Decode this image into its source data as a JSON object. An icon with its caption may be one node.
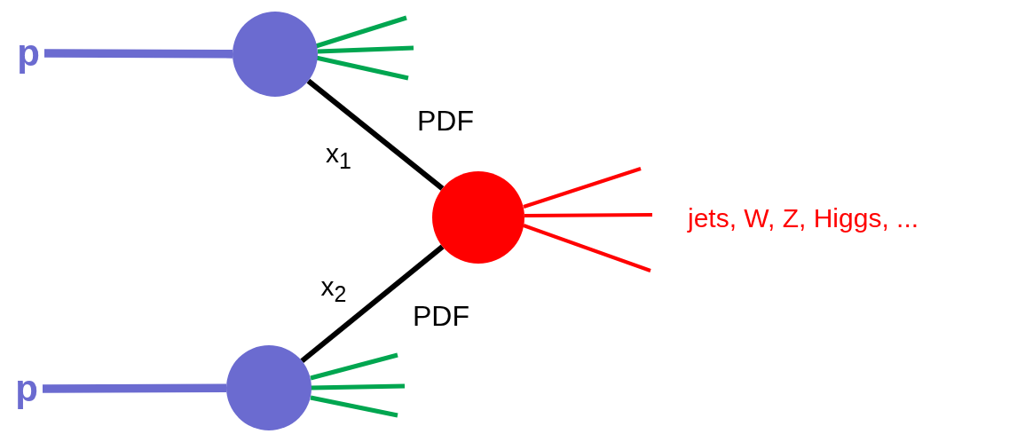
{
  "diagram": {
    "nodes": [
      {
        "text": [
          "p"
        ]
      },
      {
        "text": [],
        "shape": "circle"
      },
      {
        "text": [
          "p"
        ]
      },
      {
        "text": [],
        "shape": "circle"
      },
      {
        "text": [],
        "shape": "circle"
      }
    ],
    "edges": [
      {
        "from": 0,
        "to": 1,
        "arrow": "none",
        "color": "#6b6bd0",
        "style": "thick"
      },
      {
        "from": 2,
        "to": 3,
        "arrow": "none",
        "color": "#6b6bd0",
        "style": "thick"
      },
      {
        "from": 1,
        "to": null,
        "arrow": "none",
        "color": "#00a650"
      },
      {
        "from": 1,
        "to": null,
        "arrow": "none",
        "color": "#00a650"
      },
      {
        "from": 1,
        "to": null,
        "arrow": "none",
        "color": "#00a650"
      },
      {
        "from": 3,
        "to": null,
        "arrow": "none",
        "color": "#00a650"
      },
      {
        "from": 3,
        "to": null,
        "arrow": "none",
        "color": "#00a650"
      },
      {
        "from": 3,
        "to": null,
        "arrow": "none",
        "color": "#00a650"
      },
      {
        "from": 1,
        "to": 4,
        "arrow": "none",
        "color": "#000000",
        "label": "x$_{1}$"
      },
      {
        "from": 3,
        "to": 4,
        "arrow": "none",
        "color": "#000000",
        "label": "x$_{2}$"
      },
      {
        "from": 4,
        "to": null,
        "arrow": "none",
        "color": "#ff0000"
      },
      {
        "from": 4,
        "to": null,
        "arrow": "none",
        "color": "#ff0000"
      },
      {
        "from": 4,
        "to": null,
        "arrow": "none",
        "color": "#ff0000"
      }
    ],
    "labels": [
      "PDF",
      "PDF",
      "jets, W, Z, Higgs, ..."
    ]
  }
}
